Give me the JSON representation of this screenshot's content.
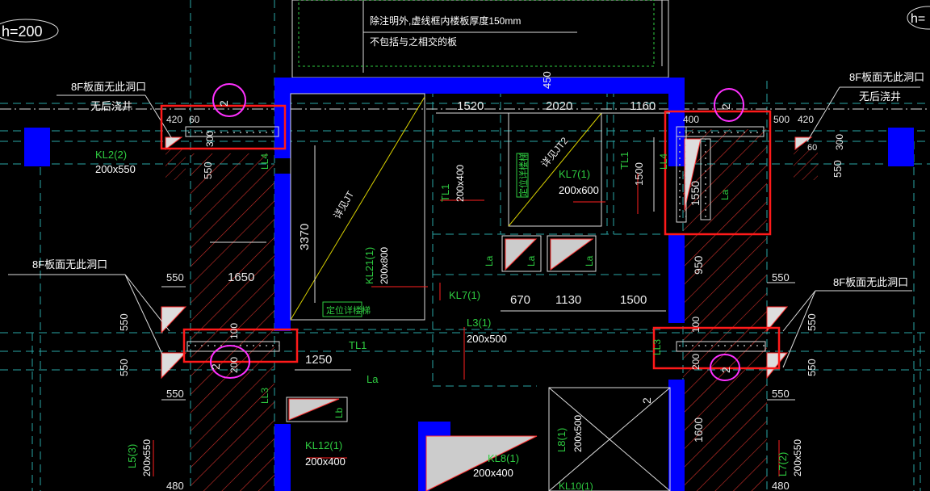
{
  "notes": {
    "top_note_1": "除注明外,虚线框内楼板厚度150mm",
    "top_note_2": "不包括与之相交的板",
    "hole_note_tl_1": "8F板面无此洞口",
    "hole_note_tl_2": "无后浇井",
    "hole_note_tr_1": "8F板面无此洞口",
    "hole_note_tr_2": "无后浇井",
    "hole_note_ml": "8F板面无此洞口",
    "hole_note_mr": "8F板面无此洞口",
    "h_left": "h=200",
    "h_right": "h=",
    "stair_1": "详见JT",
    "stair_2": "详见JT2",
    "stair_loc_1": "定位详楼梯",
    "stair_loc_2": "定位详楼梯"
  },
  "beams": {
    "kl2": "KL2(2)",
    "kl2_size": "200x550",
    "kl21": "KL21(1)",
    "kl21_size": "200x800",
    "kl7a": "KL7(1)",
    "kl7a_size": "200x600",
    "kl7b": "KL7(1)",
    "l3": "L3(1)",
    "l3_size": "200x500",
    "kl12": "KL12(1)",
    "kl12_size": "200x400",
    "kl8": "KL8(1)",
    "kl8_size": "200x400",
    "l8": "L8(1)",
    "l8_size": "200x500",
    "l5": "L5(3)",
    "l5_size": "200x550",
    "l7": "L7(2)",
    "l7_size": "200x550",
    "tl1_a": "TL1",
    "tl1_a_size": "200x400",
    "tl1_b": "TL1",
    "tl1_c": "TL1",
    "ll4_a": "LL4",
    "ll4_b": "LL4",
    "ll3_a": "LL3",
    "ll3_b": "LL3",
    "kl10": "KL10(1)",
    "la": "La",
    "lb": "Lb"
  },
  "dims": {
    "d420a": "420",
    "d60": "60",
    "d300a": "300",
    "d550a": "550",
    "d1520": "1520",
    "d2020": "2020",
    "d1160": "1160",
    "d450": "450",
    "d400": "400",
    "d500": "500",
    "d420b": "420",
    "d60b": "60",
    "d300b": "300",
    "d550b": "550",
    "d3370": "3370",
    "d1500": "1500",
    "d1550": "1550",
    "d950": "950",
    "d1650": "1650",
    "d550c": "550",
    "d550d": "550",
    "d550e": "550",
    "d550f": "550",
    "d670": "670",
    "d1130": "1130",
    "d1500b": "1500",
    "d1250": "1250",
    "d200a": "200",
    "d100a": "100",
    "d200b": "200",
    "d100b": "100",
    "d550g": "550",
    "d550h": "550",
    "d550i": "550",
    "d1600": "1600",
    "d480a": "480",
    "d480b": "480",
    "two": "2"
  }
}
